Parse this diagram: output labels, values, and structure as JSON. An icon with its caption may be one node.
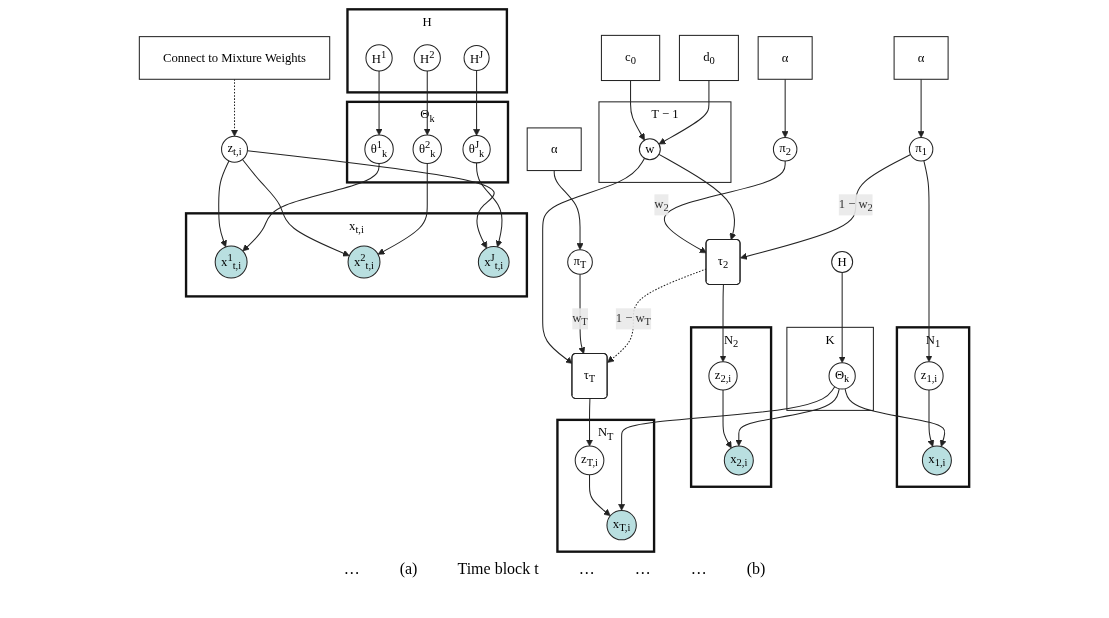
{
  "diagram": {
    "nodes": [
      {
        "text": [
          "α"
        ]
      },
      {
        "text": [
          "α"
        ]
      },
      {
        "text": [
          "α"
        ]
      },
      {
        "text": [
          "π$_{2}$"
        ]
      },
      {
        "text": [
          "c$_{0}$"
        ]
      },
      {
        "text": [
          "d$_{0}$"
        ]
      },
      {
        "text": [
          "T − 1"
        ]
      },
      {
        "text": [
          "w"
        ],
        "in": 6
      },
      {
        "text": [
          "π$_{T}$"
        ]
      },
      {
        "text": [
          "π$_{1}$"
        ]
      },
      {
        "text": [
          "τ$_{2}$"
        ]
      },
      {
        "text": [
          "τ$_{T}$"
        ]
      },
      {
        "text": [
          "N$_{1}$"
        ]
      },
      {
        "text": [
          "z$_{1,i}$"
        ],
        "in": 12
      },
      {
        "text": [
          "x$_{1,i}$"
        ],
        "in": 12
      },
      {
        "text": [
          "N$_{2}$"
        ]
      },
      {
        "text": [
          "z$_{2,i}$"
        ],
        "in": 15
      },
      {
        "text": [
          "x$_{2,i}$"
        ],
        "in": 15
      },
      {
        "text": [
          "N$_{T}$"
        ]
      },
      {
        "text": [
          "z$_{T,i}$"
        ],
        "in": 18
      },
      {
        "text": [
          "x$_{T,i}$"
        ],
        "in": 18
      },
      {
        "text": [
          "K"
        ]
      },
      {
        "text": [
          "Θ$_{k}$"
        ],
        "in": 21
      },
      {
        "text": [
          "H"
        ]
      },
      {
        "text": [
          "Connect to Mixture Weights"
        ]
      },
      {
        "text": [
          "z$_{t,i}$"
        ]
      },
      {
        "text": [
          "x$_{t,i}$"
        ]
      },
      {
        "text": [
          "x$^{1}$$_{t,i}$"
        ],
        "in": 26
      },
      {
        "text": [
          "x$^{2}$$_{t,i}$"
        ],
        "in": 26
      },
      {
        "text": [
          "x$^{J}$$_{t,i}$"
        ],
        "in": 26
      },
      {
        "text": [
          "Θ$_{k}$"
        ]
      },
      {
        "text": [
          "θ$^{1}$$_{k}$"
        ],
        "in": 30
      },
      {
        "text": [
          "θ$^{2}$$_{k}$"
        ],
        "in": 30
      },
      {
        "text": [
          "θ$^{J}$$_{k}$"
        ],
        "in": 30
      },
      {
        "text": [
          "H"
        ]
      },
      {
        "text": [
          "H$^{1}$"
        ],
        "in": 34
      },
      {
        "text": [
          "H$^{2}$"
        ],
        "in": 34
      },
      {
        "text": [
          "H$^{J}$"
        ],
        "in": 34
      }
    ],
    "edges": [
      {
        "from": 0,
        "to": 9,
        "arrow": "to"
      },
      {
        "from": 1,
        "to": 3,
        "arrow": "to"
      },
      {
        "from": 2,
        "to": 8,
        "arrow": "to"
      },
      {
        "from": 4,
        "to": 7,
        "arrow": "to"
      },
      {
        "from": 5,
        "to": 7,
        "arrow": "to"
      },
      {
        "from": 3,
        "to": 10,
        "arrow": "to",
        "label": "w$_{2}$"
      },
      {
        "from": 7,
        "to": 10,
        "arrow": "to"
      },
      {
        "from": 7,
        "to": 11,
        "arrow": "to"
      },
      {
        "from": 8,
        "to": 11,
        "arrow": "to",
        "label": "w$_{T}$"
      },
      {
        "from": 9,
        "to": 10,
        "arrow": "to",
        "label": "1 − w$_{2}$"
      },
      {
        "from": 10,
        "to": 11,
        "arrow": "to",
        "style": "dashed",
        "label": "1 − w$_{T}$"
      },
      {
        "from": 9,
        "to": 13,
        "arrow": "to"
      },
      {
        "from": 13,
        "to": 14,
        "arrow": "to"
      },
      {
        "from": 10,
        "to": 16,
        "arrow": "to"
      },
      {
        "from": 16,
        "to": 17,
        "arrow": "to"
      },
      {
        "from": 11,
        "to": 19,
        "arrow": "to"
      },
      {
        "from": 19,
        "to": 20,
        "arrow": "to"
      },
      {
        "from": 22,
        "to": 14,
        "arrow": "to"
      },
      {
        "from": 22,
        "to": 17,
        "arrow": "to"
      },
      {
        "from": 22,
        "to": 20,
        "arrow": "to"
      },
      {
        "from": 23,
        "to": 22,
        "arrow": "to"
      },
      {
        "from": 24,
        "to": 25,
        "arrow": "to",
        "style": "dashed"
      },
      {
        "from": 25,
        "to": 27,
        "arrow": "to"
      },
      {
        "from": 25,
        "to": 28,
        "arrow": "to"
      },
      {
        "from": 25,
        "to": 29,
        "arrow": "to"
      },
      {
        "from": 31,
        "to": 27,
        "arrow": "to"
      },
      {
        "from": 32,
        "to": 28,
        "arrow": "to"
      },
      {
        "from": 33,
        "to": 29,
        "arrow": "to"
      },
      {
        "from": 35,
        "to": 31,
        "arrow": "to"
      },
      {
        "from": 36,
        "to": 32,
        "arrow": "to"
      },
      {
        "from": 37,
        "to": 33,
        "arrow": "to"
      }
    ],
    "labels": [
      "…",
      "(a)",
      "Time block t",
      "…",
      "…",
      "…",
      "(b)"
    ]
  }
}
